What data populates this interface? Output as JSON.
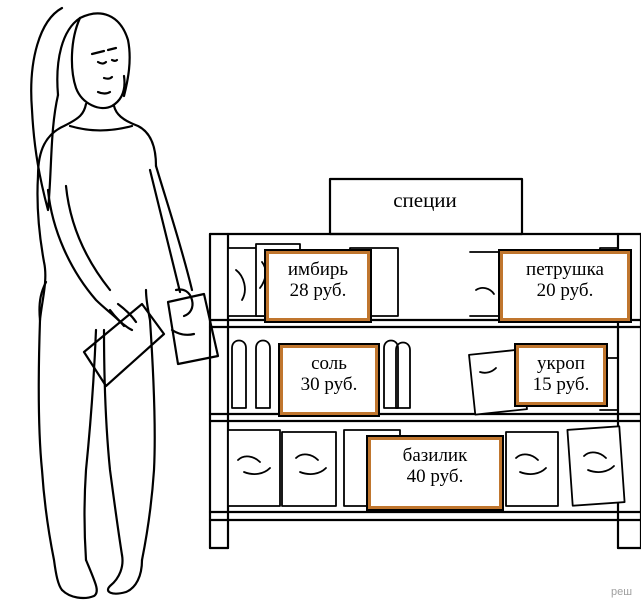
{
  "sign": {
    "label": "специи"
  },
  "tags": [
    {
      "name": "имбирь",
      "price": "28 руб."
    },
    {
      "name": "петрушка",
      "price": "20 руб."
    },
    {
      "name": "соль",
      "price": "30 руб."
    },
    {
      "name": "укроп",
      "price": "15 руб."
    },
    {
      "name": "базилик",
      "price": "40 руб."
    }
  ],
  "watermark": "реш",
  "colors": {
    "tag_border": "#c0762e",
    "line": "#000000",
    "background": "#ffffff"
  }
}
